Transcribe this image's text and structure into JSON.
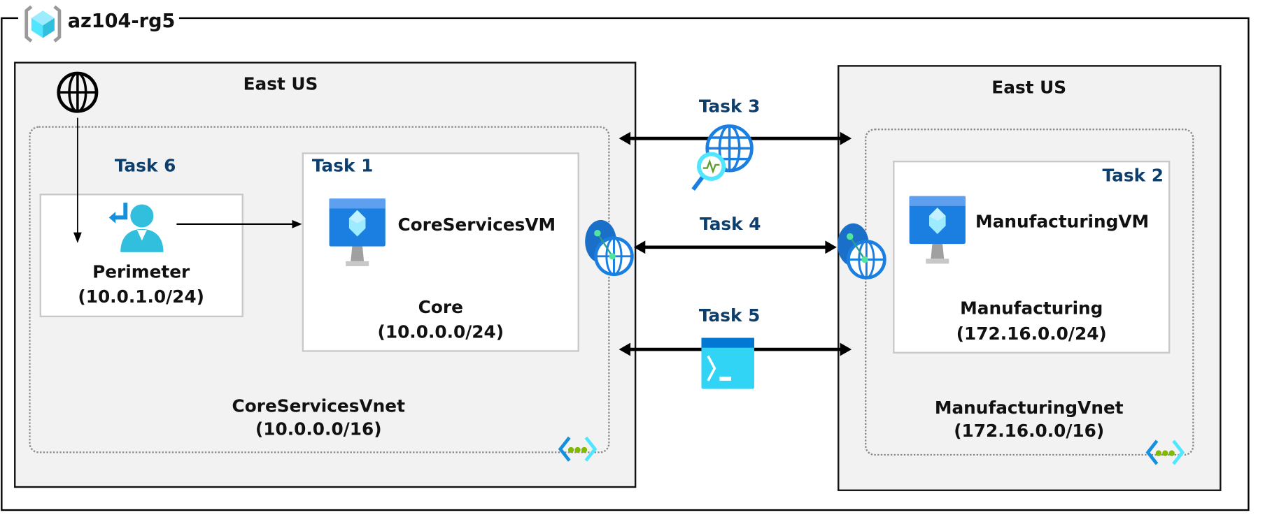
{
  "resource_group": {
    "name": "az104-rg5",
    "icon": "resource-group-icon"
  },
  "regions": [
    {
      "label": "East US"
    },
    {
      "label": "East US"
    }
  ],
  "vnets": [
    {
      "name": "CoreServicesVnet",
      "cidr": "(10.0.0.0/16)",
      "icon": "virtual-network-icon"
    },
    {
      "name": "ManufacturingVnet",
      "cidr": "(172.16.0.0/16)",
      "icon": "virtual-network-icon"
    }
  ],
  "subnets": [
    {
      "name": "Perimeter",
      "cidr": "(10.0.1.0/24)",
      "task": "Task 6",
      "icon": "route-table-user-icon"
    },
    {
      "name": "Core",
      "cidr": "(10.0.0.0/24)",
      "task": "Task 1",
      "vm": "CoreServicesVM",
      "icon": "virtual-machine-icon"
    },
    {
      "name": "Manufacturing",
      "cidr": "(172.16.0.0/24)",
      "task": "Task 2",
      "vm": "ManufacturingVM",
      "icon": "virtual-machine-icon"
    }
  ],
  "connections": [
    {
      "task": "Task 3",
      "icon": "network-watcher-icon"
    },
    {
      "task": "Task 4",
      "icon": "vnet-peering-icon"
    },
    {
      "task": "Task 5",
      "icon": "cloud-shell-icon"
    }
  ],
  "internet_icon": "globe-icon",
  "colors": {
    "task_text": "#0e3e6b",
    "region_fill": "#f2f2f2",
    "azure_blue": "#0078d4",
    "azure_cyan": "#50e6ff"
  }
}
